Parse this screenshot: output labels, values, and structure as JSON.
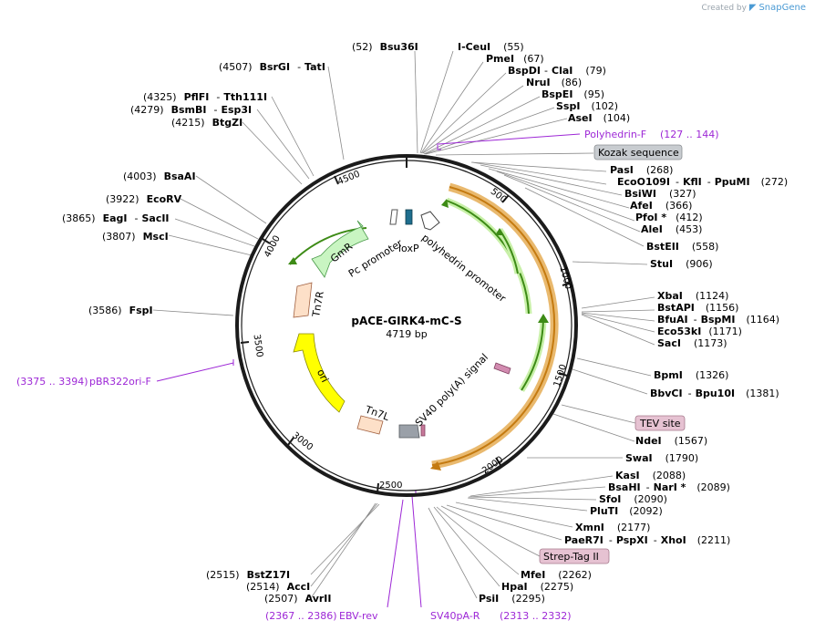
{
  "brand": {
    "created_by": "Created by",
    "name": "SnapGene"
  },
  "plasmid": {
    "name": "pACE-GIRK4-mC-S",
    "length_label": "4719 bp"
  },
  "ticks": [
    "500",
    "1000",
    "1500",
    "2000",
    "2500",
    "3000",
    "3500",
    "4000",
    "4500"
  ],
  "features": {
    "gmr": "GmR",
    "pc_promoter": "Pc promoter",
    "loxp": "loxP",
    "polyhedrin_promoter": "polyhedrin promoter",
    "tn7r": "Tn7R",
    "ori": "ori",
    "tn7l": "Tn7L",
    "sv40": "SV40 poly(A) signal"
  },
  "boxed_labels": {
    "kozak": "Kozak sequence",
    "tev": "TEV site",
    "strep": "Strep-Tag II"
  },
  "primers": {
    "polyhedrin_f": "Polyhedrin-F",
    "polyhedrin_f_pos": "(127 .. 144)",
    "pbr322": "pBR322ori-F",
    "pbr322_pos": "(3375 .. 3394)",
    "ebv": "EBV-rev",
    "ebv_pos": "(2367 .. 2386)",
    "sv40pa": "SV40pA-R",
    "sv40pa_pos": "(2313 .. 2332)"
  },
  "sites": {
    "bsu36i": {
      "pos": "(52)",
      "name": "Bsu36I"
    },
    "iceui": {
      "name": "I-CeuI",
      "pos": "(55)"
    },
    "pmei": {
      "name": "PmeI",
      "pos": "(67)"
    },
    "bspdi": {
      "name": "BspDI",
      "sep": "-",
      "name2": "ClaI",
      "pos": "(79)"
    },
    "nrui": {
      "name": "NruI",
      "pos": "(86)"
    },
    "bspei": {
      "name": "BspEI",
      "pos": "(95)"
    },
    "sspi": {
      "name": "SspI",
      "pos": "(102)"
    },
    "asei": {
      "name": "AseI",
      "pos": "(104)"
    },
    "pasi": {
      "name": "PasI",
      "pos": "(268)"
    },
    "eco0109i": {
      "name": "EcoO109I",
      "sep": "-",
      "name2": "KflI",
      "sep2": "-",
      "name3": "PpuMI",
      "pos": "(272)"
    },
    "bsiwi": {
      "name": "BsiWI",
      "pos": "(327)"
    },
    "afei": {
      "name": "AfeI",
      "pos": "(366)"
    },
    "pfoi": {
      "name": "PfoI *",
      "pos": "(412)"
    },
    "alei": {
      "name": "AleI",
      "pos": "(453)"
    },
    "bsteii": {
      "name": "BstEII",
      "pos": "(558)"
    },
    "stui": {
      "name": "StuI",
      "pos": "(906)"
    },
    "xbai": {
      "name": "XbaI",
      "pos": "(1124)"
    },
    "bstapi": {
      "name": "BstAPI",
      "pos": "(1156)"
    },
    "bfuai": {
      "name": "BfuAI",
      "sep": "-",
      "name2": "BspMI",
      "pos": "(1164)"
    },
    "eco53ki": {
      "name": "Eco53kI",
      "pos": "(1171)"
    },
    "saci": {
      "name": "SacI",
      "pos": "(1173)"
    },
    "bpmi": {
      "name": "BpmI",
      "pos": "(1326)"
    },
    "bbvci": {
      "name": "BbvCI",
      "sep": "-",
      "name2": "Bpu10I",
      "pos": "(1381)"
    },
    "ndei": {
      "name": "NdeI",
      "pos": "(1567)"
    },
    "swai": {
      "name": "SwaI",
      "pos": "(1790)"
    },
    "kasi": {
      "name": "KasI",
      "pos": "(2088)"
    },
    "bsahi": {
      "name": "BsaHI",
      "sep": "-",
      "name2": "NarI *",
      "pos": "(2089)"
    },
    "sfoi": {
      "name": "SfoI",
      "pos": "(2090)"
    },
    "pluti": {
      "name": "PluTI",
      "pos": "(2092)"
    },
    "xmni": {
      "name": "XmnI",
      "pos": "(2177)"
    },
    "paer7i": {
      "name": "PaeR7I",
      "sep": "-",
      "name2": "PspXI",
      "sep2": "-",
      "name3": "XhoI",
      "pos": "(2211)"
    },
    "mfei": {
      "name": "MfeI",
      "pos": "(2262)"
    },
    "hpai": {
      "name": "HpaI",
      "pos": "(2275)"
    },
    "psii": {
      "name": "PsiI",
      "pos": "(2295)"
    },
    "bstz17i": {
      "pos": "(2515)",
      "name": "BstZ17I"
    },
    "acci": {
      "pos": "(2514)",
      "name": "AccI"
    },
    "avrii": {
      "pos": "(2507)",
      "name": "AvrII"
    },
    "fspi": {
      "pos": "(3586)",
      "name": "FspI"
    },
    "msci": {
      "pos": "(3807)",
      "name": "MscI"
    },
    "eagi": {
      "pos": "(3865)",
      "name": "EagI",
      "sep": "-",
      "name2": "SacII"
    },
    "ecorv": {
      "pos": "(3922)",
      "name": "EcoRV"
    },
    "bsaai": {
      "pos": "(4003)",
      "name": "BsaAI"
    },
    "btgzi": {
      "pos": "(4215)",
      "name": "BtgZI"
    },
    "bsmbi": {
      "pos": "(4279)",
      "name": "BsmBI",
      "sep": "-",
      "name2": "Esp3I"
    },
    "pflfi": {
      "pos": "(4325)",
      "name": "PflFI",
      "sep": "-",
      "name2": "Tth111I"
    },
    "bsrgi": {
      "pos": "(4507)",
      "name": "BsrGI",
      "sep": "-",
      "name2": "TatI"
    }
  }
}
